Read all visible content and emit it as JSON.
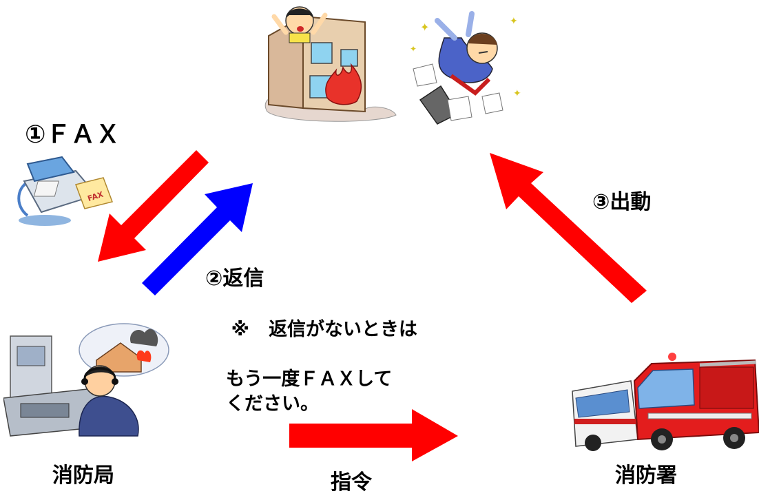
{
  "steps": {
    "fax": "①ＦＡＸ",
    "reply": "②返信",
    "dispatch": "③出動",
    "command": "指令"
  },
  "note": {
    "mark": "※",
    "line1": "返信がないときは",
    "line2": "もう一度ＦＡＸして",
    "line3": "ください。"
  },
  "nodes": {
    "fire_hq": "消防局",
    "fire_station": "消防署"
  },
  "colors": {
    "request_arrow": "#ff0000",
    "reply_arrow": "#0000ff"
  },
  "icons": [
    "fire-emergency-icon",
    "fallen-person-icon",
    "fax-machine-icon",
    "dispatch-operator-icon",
    "fire-engine-icon"
  ]
}
